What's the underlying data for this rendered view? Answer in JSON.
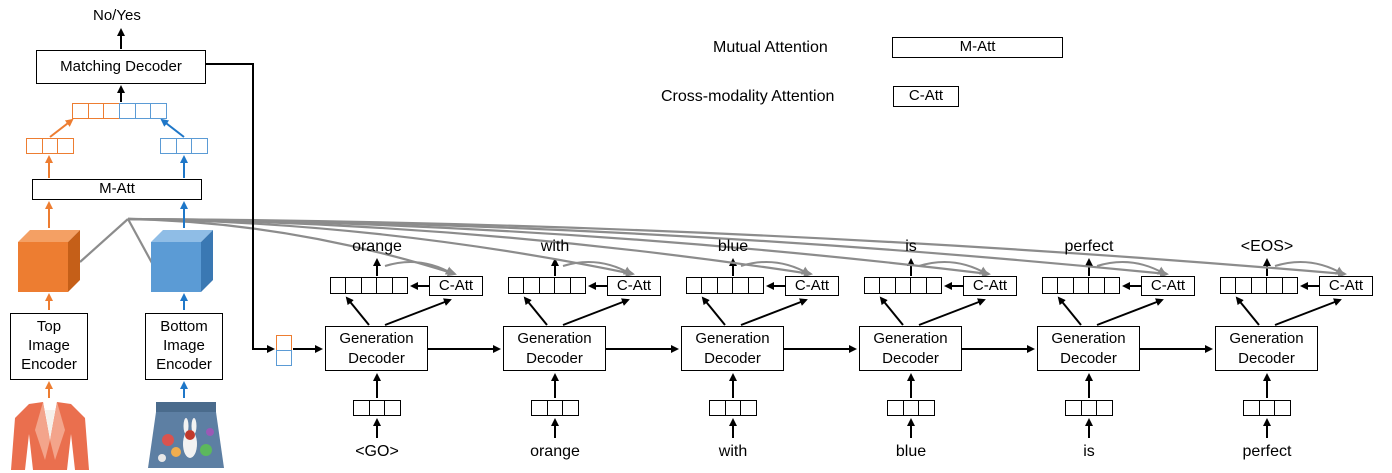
{
  "output_label": "No/Yes",
  "matching_decoder_label": "Matching Decoder",
  "matt_label": "M-Att",
  "top_encoder_lines": [
    "Top",
    "Image",
    "Encoder"
  ],
  "bottom_encoder_lines": [
    "Bottom",
    "Image",
    "Encoder"
  ],
  "legend": {
    "mutual_label": "Mutual Attention",
    "mutual_box": "M-Att",
    "cross_label": "Cross-modality Attention",
    "cross_box": "C-Att"
  },
  "gen_decoder_lines": [
    "Generation",
    "Decoder"
  ],
  "catt_label": "C-Att",
  "input_words": [
    "<GO>",
    "orange",
    "with",
    "blue",
    "is",
    "perfect"
  ],
  "output_words": [
    "orange",
    "with",
    "blue",
    "is",
    "perfect",
    "<EOS>"
  ],
  "colors": {
    "top": "#ed7d31",
    "bottom": "#5b9bd5",
    "attention_line": "#8c8c8c"
  },
  "images": {
    "top": "orange-blazer-image",
    "bottom": "embroidered-denim-skirt-image"
  }
}
